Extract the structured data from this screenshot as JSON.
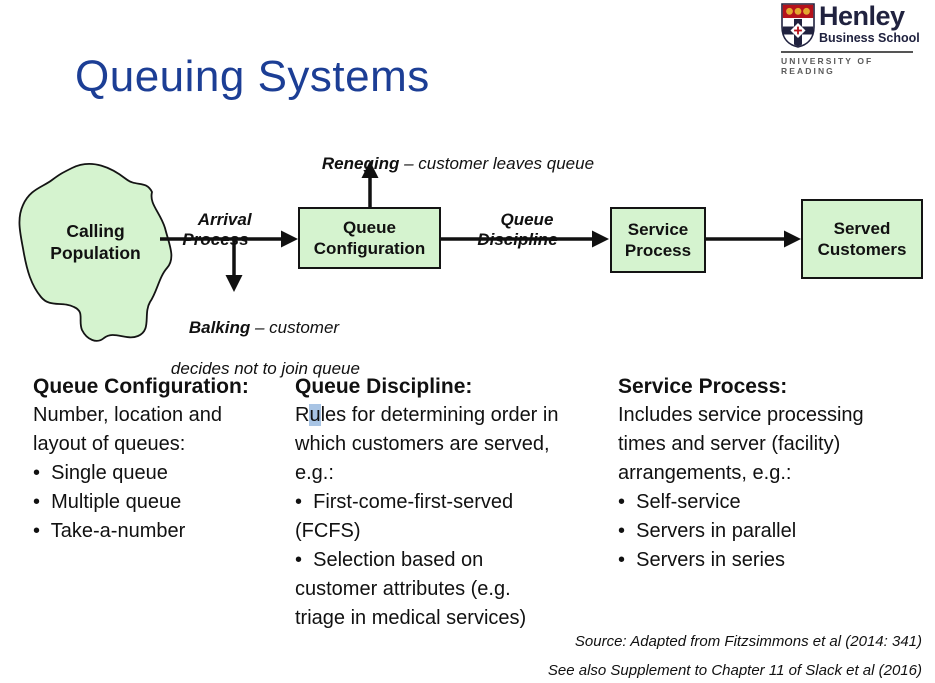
{
  "logo": {
    "name": "Henley",
    "subtitle": "Business School",
    "university": "UNIVERSITY OF READING"
  },
  "title": "Queuing Systems",
  "diagram": {
    "calling_population": {
      "line1": "Calling",
      "line2": "Population"
    },
    "arrival": {
      "line1": "Arrival",
      "line2": "Process"
    },
    "reneging": {
      "term": "Reneging",
      "rest": " – customer leaves queue"
    },
    "balking": {
      "term": "Balking",
      "rest": " – customer",
      "line2": "decides not to join queue"
    },
    "discipline": {
      "line1": "Queue",
      "line2": "Discipline"
    },
    "queue_configuration": {
      "line1": "Queue",
      "line2": "Configuration"
    },
    "service_process": {
      "line1": "Service",
      "line2": "Process"
    },
    "served_customers": {
      "line1": "Served",
      "line2": "Customers"
    }
  },
  "columns": [
    {
      "heading": "Queue Configuration:",
      "lines": [
        "Number, location and",
        "layout of queues:",
        "•  Single queue",
        "•  Multiple queue",
        "•  Take-a-number"
      ]
    },
    {
      "heading": "Queue Discipline:",
      "line1": {
        "prefix": "R",
        "highlight": "u",
        "suffix": "les for determining order in"
      },
      "lines": [
        "which customers are served,",
        "e.g.:",
        "•  First-come-first-served",
        "(FCFS)",
        "•  Selection based on",
        "customer attributes (e.g.",
        "triage in medical services)"
      ]
    },
    {
      "heading": "Service Process:",
      "lines": [
        "Includes service processing",
        "times and server (facility)",
        "arrangements, e.g.:",
        "•  Self-service",
        "•  Servers in parallel",
        "•  Servers in series"
      ]
    }
  ],
  "footer": {
    "source": "Source: Adapted from Fitzsimmons et al (2014: 341)",
    "see_also": "See also Supplement to Chapter 11 of Slack et al (2016)"
  },
  "colors": {
    "title_blue": "#1c3e95",
    "box_green": "#d5f3cf",
    "outline_black": "#141414",
    "highlight_blue": "#a8c4e4",
    "crest_red": "#b5121b",
    "crest_gold": "#e3a72f",
    "crest_navy": "#20223f",
    "university_gray": "#5a5a5a"
  }
}
